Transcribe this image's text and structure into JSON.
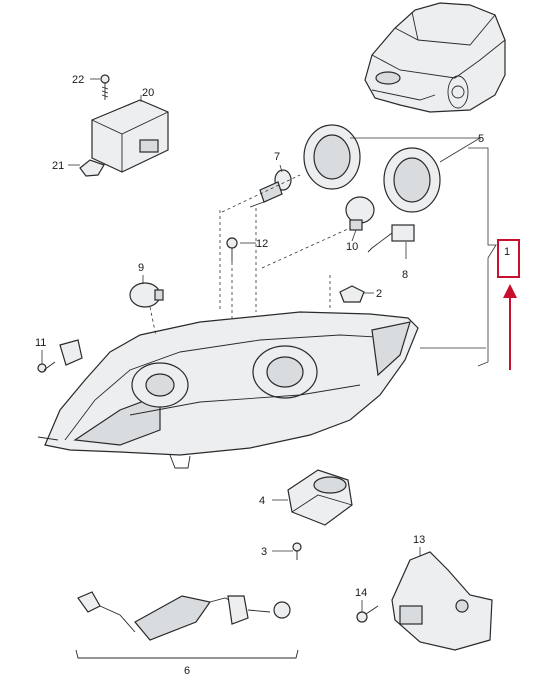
{
  "callouts": {
    "c1": "1",
    "c2": "2",
    "c3": "3",
    "c4": "4",
    "c5": "5",
    "c6": "6",
    "c7": "7",
    "c8": "8",
    "c9": "9",
    "c10": "10",
    "c11": "11",
    "c12": "12",
    "c13": "13",
    "c14": "14",
    "c20": "20",
    "c21": "21",
    "c22": "22"
  },
  "colors": {
    "highlight": "#c8102e",
    "line": "#2a2a2a",
    "part_fill": "#eceef0"
  },
  "highlighted_callout": "1"
}
